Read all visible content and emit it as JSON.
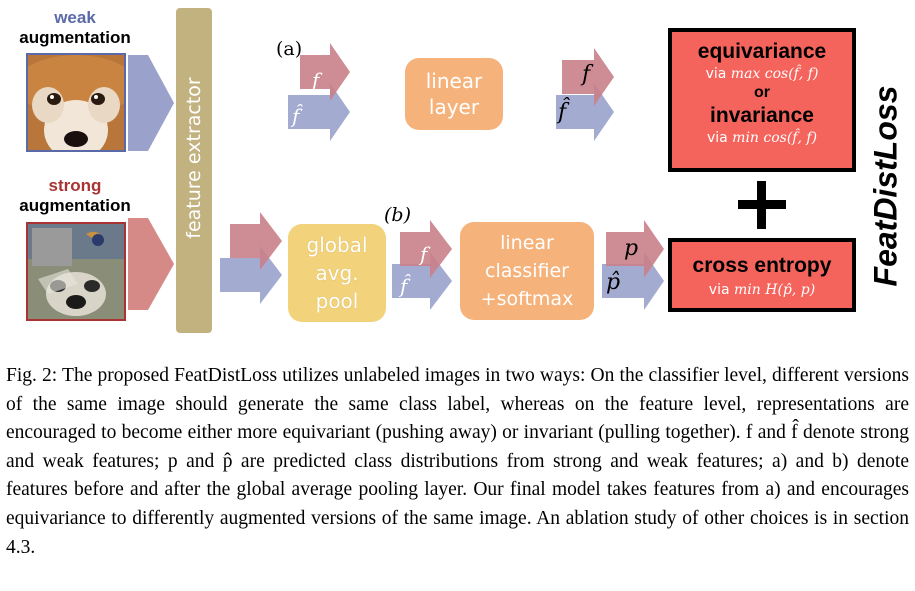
{
  "inputs": {
    "weak_line1": "weak",
    "weak_line2": "augmentation",
    "strong_line1": "strong",
    "strong_line2": "augmentation"
  },
  "extractor_label": "feature extractor",
  "branch_a": {
    "marker": "(a)",
    "in_top": "f",
    "in_bottom": "f̂",
    "block": "linear layer",
    "block_line1": "linear",
    "block_line2": "layer",
    "out_top": "f",
    "out_bottom": "f̂"
  },
  "branch_b": {
    "marker": "(b)",
    "pool_line1": "global",
    "pool_line2": "avg.",
    "pool_line3": "pool",
    "in_top": "f",
    "in_bottom": "f̂",
    "classifier_line1": "linear",
    "classifier_line2": "classifier",
    "classifier_line3": "+softmax",
    "out_top": "p",
    "out_bottom": "p̂"
  },
  "loss_box_1": {
    "title1": "equivariance",
    "sub1_prefix": "via ",
    "sub1_math": "max cos(f̂, f)",
    "or": "or",
    "title2": "invariance",
    "sub2_prefix": "via ",
    "sub2_math": "min cos(f̂, f)"
  },
  "plus": "+",
  "loss_box_2": {
    "title": "cross entropy",
    "sub_prefix": "via ",
    "sub_math": "min H(p̂, p)"
  },
  "vertical_title": "FeatDistLoss",
  "caption": "Fig. 2: The proposed FeatDistLoss utilizes unlabeled images in two ways: On the classifier level, different versions of the same image should generate the same class label, whereas on the feature level, representations are encouraged to become either more equivariant (pushing away) or invariant (pulling together). f and f̂ denote strong and weak features; p and p̂ are predicted class distributions from strong and weak features; a) and b) denote features before and after the global average pooling layer. Our final model takes features from a) and encourages equivariance to differently augmented versions of the same image. An ablation study of other choices is in section 4.3.",
  "colors": {
    "weak": "#5a6aa8",
    "strong": "#a83434",
    "arrow_red": "#c98088",
    "arrow_blue": "#9aa2cc",
    "extractor": "#c2b280",
    "pool": "#f2d27a",
    "linear": "#f5b27a",
    "loss": "#f4645c"
  }
}
